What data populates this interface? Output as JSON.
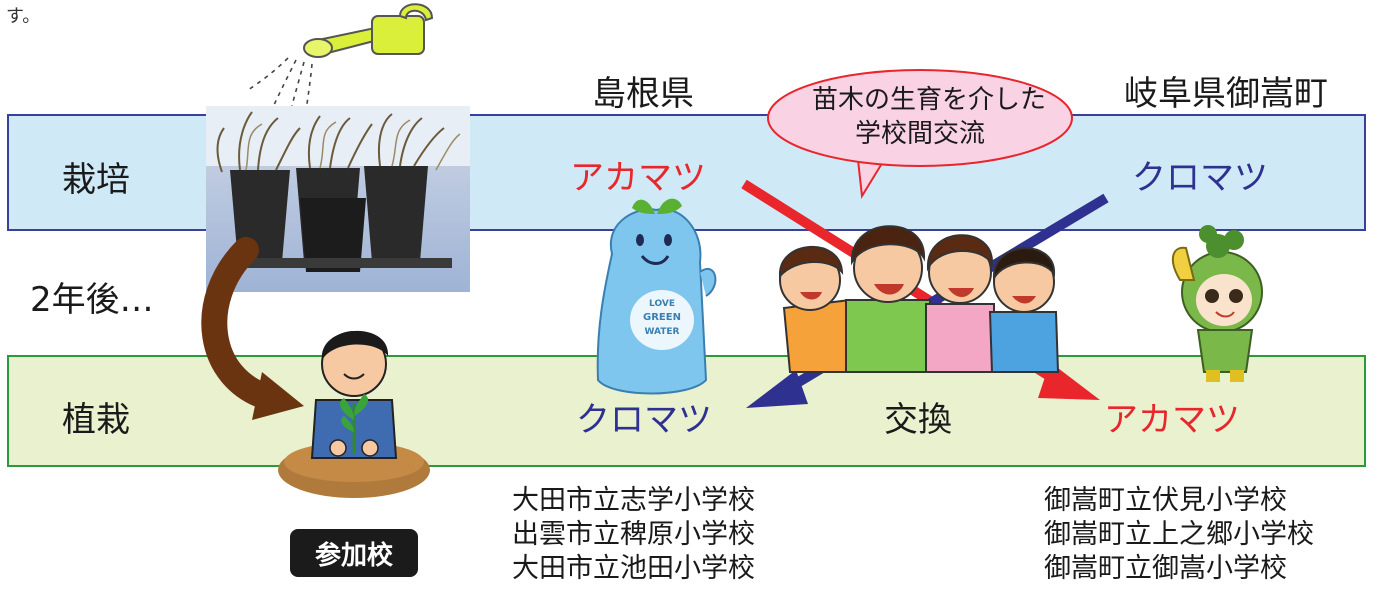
{
  "top_note": "す。",
  "regions": {
    "left": "島根県",
    "right": "岐阜県御嵩町"
  },
  "speech_bubble": {
    "line1": "苗木の生育を介した",
    "line2": "学校間交流"
  },
  "rows": {
    "cultivation": "栽培",
    "planting": "植栽",
    "two_years_later": "2年後…"
  },
  "species": {
    "top_left": "アカマツ",
    "top_right": "クロマツ",
    "bottom_left": "クロマツ",
    "bottom_right": "アカマツ"
  },
  "exchange_label": "交換",
  "participating_badge": "参加校",
  "schools_left": [
    "大田市立志学小学校",
    "出雲市立稗原小学校",
    "大田市立池田小学校"
  ],
  "schools_right": [
    "御嵩町立伏見小学校",
    "御嵩町立上之郷小学校",
    "御嵩町立御嵩小学校"
  ],
  "mascot_left_text": [
    "LOVE",
    "GREEN",
    "WATER"
  ],
  "colors": {
    "red_text": "#e8262c",
    "blue_text": "#2e3190",
    "top_band_fill": "#cfe9f7",
    "top_band_border": "#3b3f9c",
    "bottom_band_fill": "#e9f1cf",
    "bottom_band_border": "#2a9a3a",
    "bubble_fill": "#f9d2e4",
    "bubble_border": "#e8262c"
  }
}
